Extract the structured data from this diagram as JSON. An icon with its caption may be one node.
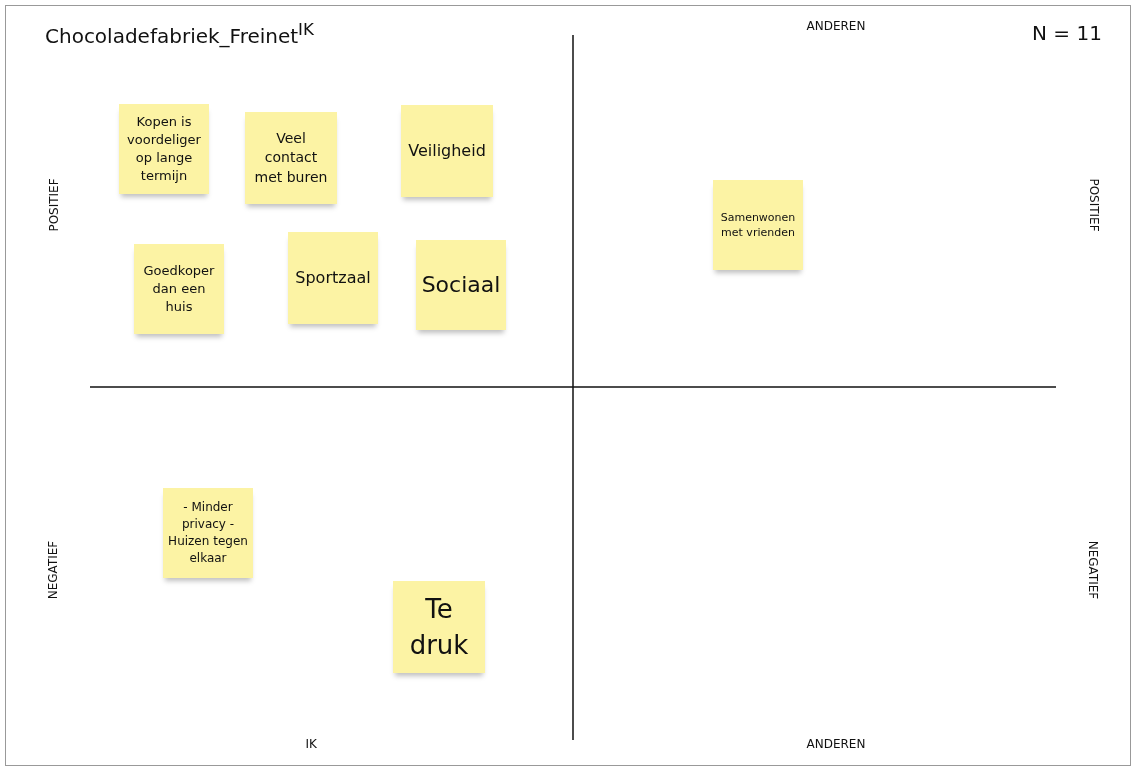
{
  "diagram": {
    "title": "Chocoladefabriek_Freinet$^{IK}$",
    "nodes": [
      {
        "text": [
          "Kopen is voordeliger op lange termijn"
        ]
      },
      {
        "text": [
          "Veel contact met buren"
        ]
      },
      {
        "text": [
          "Veiligheid"
        ]
      },
      {
        "text": [
          "Goedkoper dan een huis"
        ]
      },
      {
        "text": [
          "Sportzaal"
        ]
      },
      {
        "text": [
          "Sociaal"
        ]
      },
      {
        "text": [
          "Samenwonen met vrienden"
        ]
      },
      {
        "text": [
          "- Minder privacy - Huizen tegen elkaar"
        ]
      },
      {
        "text": [
          "Te druk"
        ]
      }
    ],
    "labels": [
      "ANDEREN",
      "N = 11",
      "POSITIEF",
      "POSITIEF",
      "NEGATIEF",
      "NEGATIEF",
      "IK",
      "ANDEREN"
    ]
  }
}
